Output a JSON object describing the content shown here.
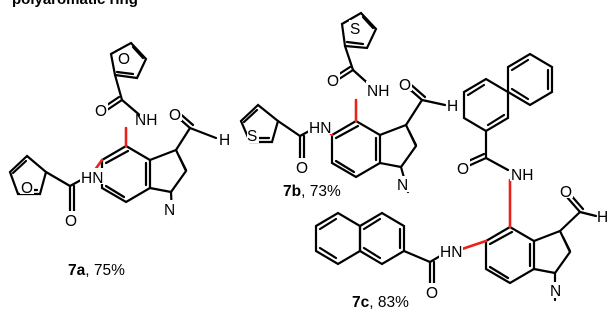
{
  "heading": "polyaromatic ring",
  "colors": {
    "ink": "#000000",
    "highlight_bond": "#e8231c"
  },
  "atoms": {
    "O": "O",
    "S": "S",
    "N": "N",
    "H": "H",
    "NH": "NH",
    "HN": "HN"
  },
  "compounds": [
    {
      "id": "7a",
      "yield": ", 75%"
    },
    {
      "id": "7b",
      "yield": ", 73%"
    },
    {
      "id": "7c",
      "yield": ", 83%"
    }
  ]
}
